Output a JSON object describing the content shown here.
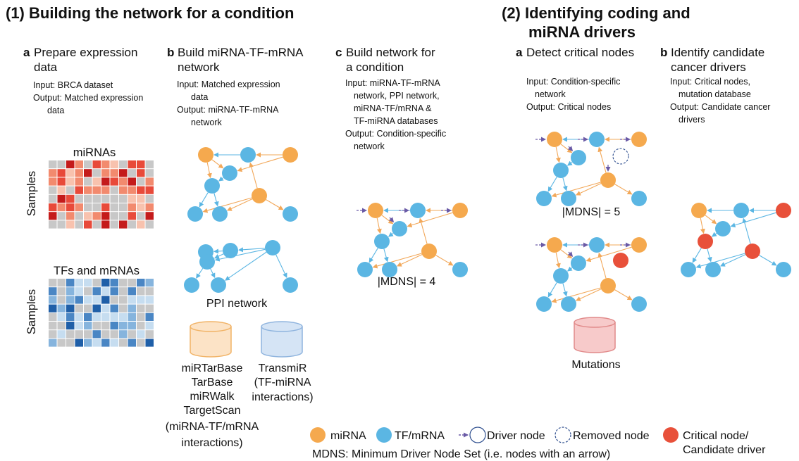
{
  "colors": {
    "mirna": "#F5A94E",
    "tf_mrna": "#5BB6E3",
    "critical": "#E8503A",
    "edge_orange": "#F2A85A",
    "edge_blue": "#5BB6E3",
    "driver_arrow": "#6A5AA6",
    "db_orange_fill": "#FCE3C6",
    "db_orange_stroke": "#F1B366",
    "db_blue_fill": "#D5E4F5",
    "db_blue_stroke": "#8FB4DE",
    "db_red_fill": "#F7CACA",
    "db_red_stroke": "#E18A8A",
    "heat_red": [
      "#C41B1B",
      "#E84A3A",
      "#F28A6E",
      "#F8C2AE",
      "#C8C8C8"
    ],
    "heat_blue": [
      "#1F5FA8",
      "#4A86C4",
      "#86B4DD",
      "#C6DDF0",
      "#C8C8C8"
    ]
  },
  "part1": {
    "title": "(1) Building the network for a condition",
    "a": {
      "letter": "a",
      "title_lines": [
        "Prepare expression",
        "data"
      ],
      "lines": [
        "Input: BRCA dataset",
        "Output: Matched expression",
        "data"
      ],
      "heatmap1_label": "miRNAs",
      "heatmap2_label": "TFs and mRNAs",
      "y_label": "Samples"
    },
    "b": {
      "letter": "b",
      "title_lines": [
        "Build miRNA-TF-mRNA",
        "network"
      ],
      "lines": [
        "Input: Matched expression",
        "data",
        "Output: miRNA-TF-mRNA",
        "network"
      ],
      "ppi_label": "PPI network",
      "db1_lines": [
        "miRTarBase",
        "TarBase",
        "miRWalk",
        "TargetScan",
        "(miRNA-TF/mRNA",
        "interactions)"
      ],
      "db2_lines": [
        "TransmiR",
        "(TF-miRNA",
        "interactions)"
      ]
    },
    "c": {
      "letter": "c",
      "title_lines": [
        "Build network for",
        "a condition"
      ],
      "lines": [
        "Input: miRNA-TF-mRNA",
        "network, PPI network,",
        "miRNA-TF/mRNA &",
        "TF-miRNA databases",
        "Output: Condition-specific",
        "network"
      ],
      "mdns_label": "|MDNS| = 4"
    }
  },
  "part2": {
    "title_lines": [
      "(2) Identifying coding and",
      "miRNA drivers"
    ],
    "a": {
      "letter": "a",
      "title": "Detect critical nodes",
      "lines": [
        "Input: Condition-specific",
        "network",
        "Output: Critical nodes"
      ],
      "mdns_label": "|MDNS| = 5",
      "db_label": "Mutations"
    },
    "b": {
      "letter": "b",
      "title_lines": [
        "Identify candidate",
        "cancer drivers"
      ],
      "lines": [
        "Input: Critical nodes,",
        "mutation database",
        "Output: Candidate cancer",
        "drivers"
      ]
    }
  },
  "legend": {
    "mirna": "miRNA",
    "tf_mrna": "TF/mRNA",
    "driver": "Driver node",
    "removed": "Removed node",
    "critical_lines": [
      "Critical node/",
      "Candidate driver"
    ],
    "mdns_note": "MDNS: Minimum Driver Node Set (i.e. nodes with an arrow)"
  }
}
